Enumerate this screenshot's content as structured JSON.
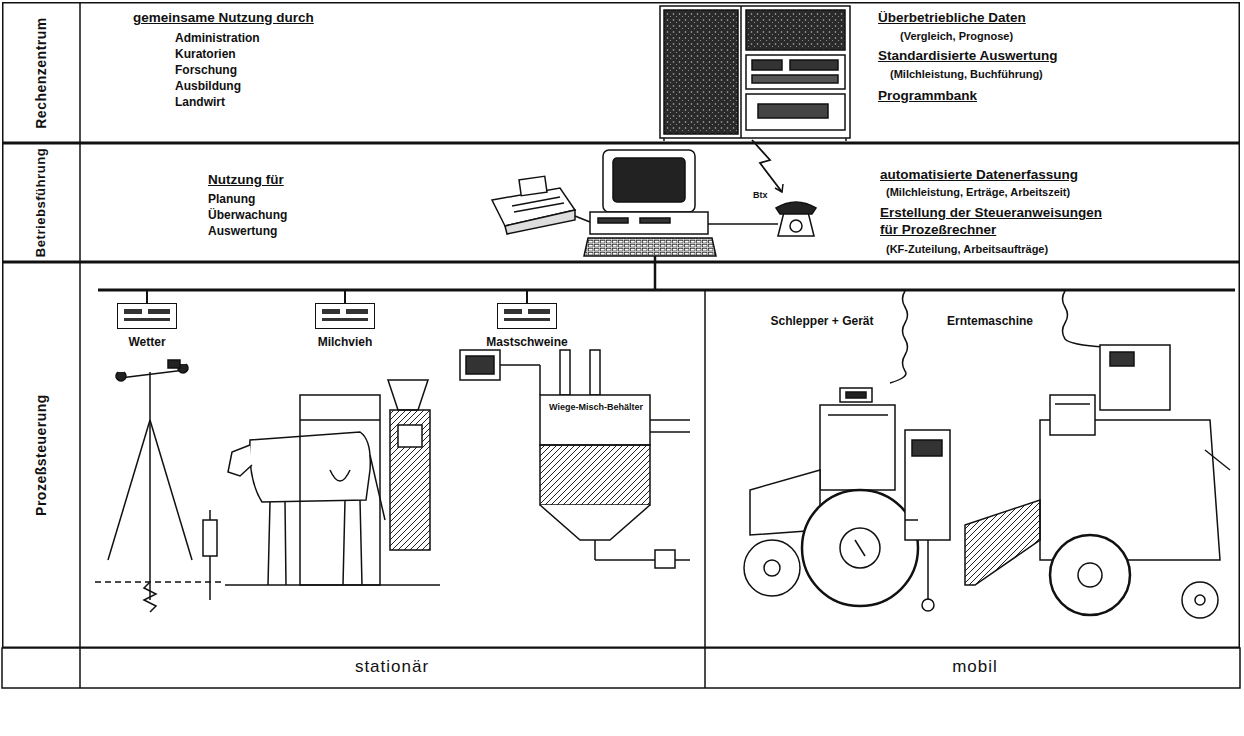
{
  "diagram": {
    "nodes": [
      {
        "text": [
          "Rechenzentrum"
        ]
      },
      {
        "text": [
          "Betriebsführung"
        ]
      },
      {
        "text": [
          "Prozeßsteuerung"
        ]
      },
      {
        "text": [
          "Wetter"
        ],
        "in": 2
      },
      {
        "text": [
          "Milchvieh"
        ],
        "in": 2
      },
      {
        "text": [
          "Mastschweine"
        ],
        "in": 2
      },
      {
        "text": [
          "Schlepper + Gerät"
        ],
        "in": 2
      },
      {
        "text": [
          "Erntemaschine"
        ],
        "in": 2
      }
    ],
    "labels": [
      "gemeinsame Nutzung durch",
      "Administration",
      "Kuratorien",
      "Forschung",
      "Ausbildung",
      "Landwirt",
      "Überbetriebliche Daten",
      "(Vergleich, Prognose)",
      "Standardisierte Auswertung",
      "(Milchleistung, Buchführung)",
      "Programmbank",
      "Nutzung für",
      "Planung",
      "Überwachung",
      "Auswertung",
      "Btx",
      "automatisierte Datenerfassung",
      "(Milchleistung, Erträge, Arbeitszeit)",
      "Erstellung der Steueranweisungen für Prozeßrechner",
      "(KF-Zuteilung, Arbeitsaufträge)",
      "Wiege-Misch-Behälter",
      "stationär",
      "mobil"
    ]
  }
}
